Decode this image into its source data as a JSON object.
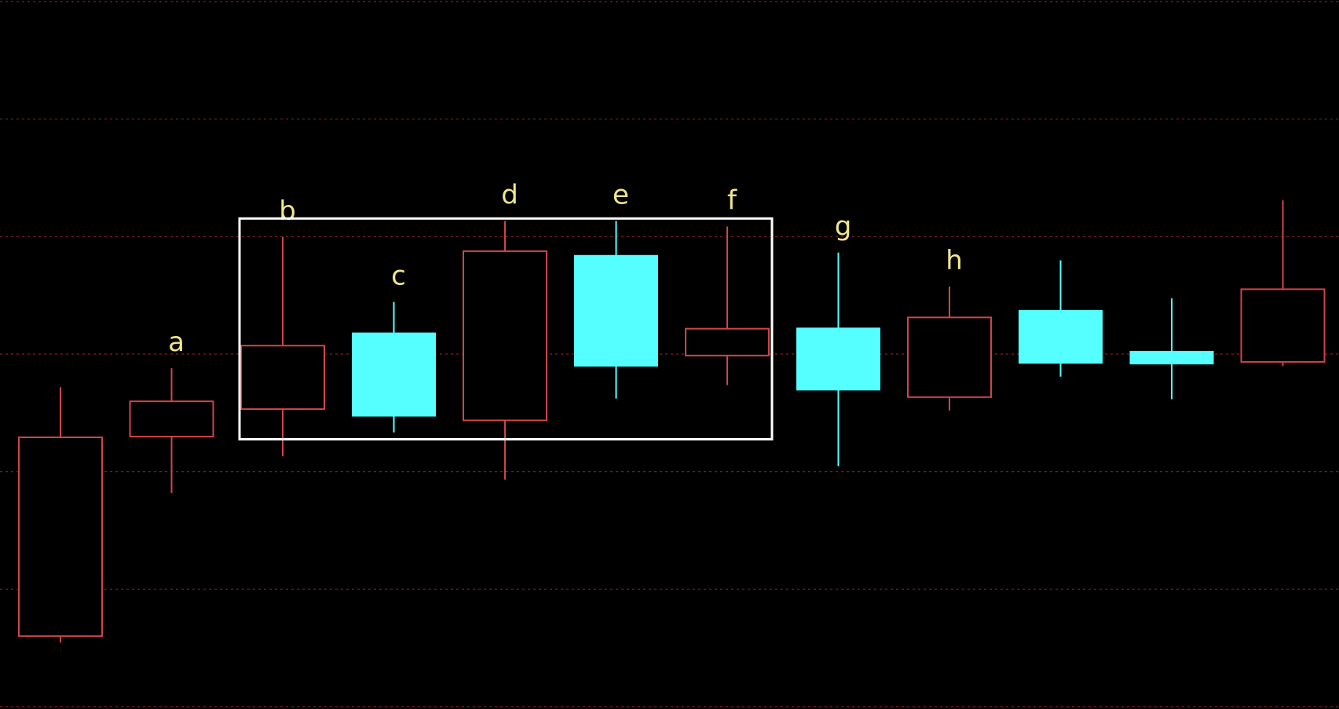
{
  "chart_data": {
    "type": "candlestick",
    "title": "",
    "xlabel": "",
    "ylabel": "",
    "ylim": [
      0,
      100
    ],
    "grid": true,
    "legend": "none",
    "colors": {
      "background": "#000000",
      "up": "#d0454a",
      "down": "#55ffff",
      "gridline": "#8a1f1f",
      "label": "#f0e68c",
      "highlight_box": "#ffffff"
    },
    "gridlines_y": [
      0,
      16.67,
      33.33,
      50,
      66.67,
      83.33,
      100
    ],
    "candles": [
      {
        "label": "",
        "open": 10.0,
        "close": 38.2,
        "high": 45.3,
        "low": 9.1,
        "direction": "up"
      },
      {
        "label": "a",
        "open": 38.3,
        "close": 43.3,
        "high": 48.0,
        "low": 30.3,
        "direction": "up"
      },
      {
        "label": "b",
        "open": 42.2,
        "close": 51.2,
        "high": 66.6,
        "low": 35.5,
        "direction": "up"
      },
      {
        "label": "c",
        "open": 53.0,
        "close": 41.2,
        "high": 57.4,
        "low": 38.9,
        "direction": "down"
      },
      {
        "label": "d",
        "open": 40.6,
        "close": 64.6,
        "high": 68.9,
        "low": 32.2,
        "direction": "up"
      },
      {
        "label": "e",
        "open": 64.0,
        "close": 48.3,
        "high": 68.9,
        "low": 43.7,
        "direction": "down"
      },
      {
        "label": "f",
        "open": 49.8,
        "close": 53.6,
        "high": 68.1,
        "low": 45.6,
        "direction": "up"
      },
      {
        "label": "g",
        "open": 53.7,
        "close": 44.9,
        "high": 64.4,
        "low": 34.1,
        "direction": "down"
      },
      {
        "label": "h",
        "open": 43.9,
        "close": 55.2,
        "high": 59.6,
        "low": 42.0,
        "direction": "up"
      },
      {
        "label": "",
        "open": 56.2,
        "close": 48.7,
        "high": 63.3,
        "low": 46.8,
        "direction": "down"
      },
      {
        "label": "",
        "open": 50.4,
        "close": 48.6,
        "high": 57.9,
        "low": 43.6,
        "direction": "down"
      },
      {
        "label": "",
        "open": 48.9,
        "close": 59.2,
        "high": 71.8,
        "low": 48.3,
        "direction": "up"
      }
    ],
    "highlight": {
      "from_index": 2,
      "to_index": 6
    }
  }
}
